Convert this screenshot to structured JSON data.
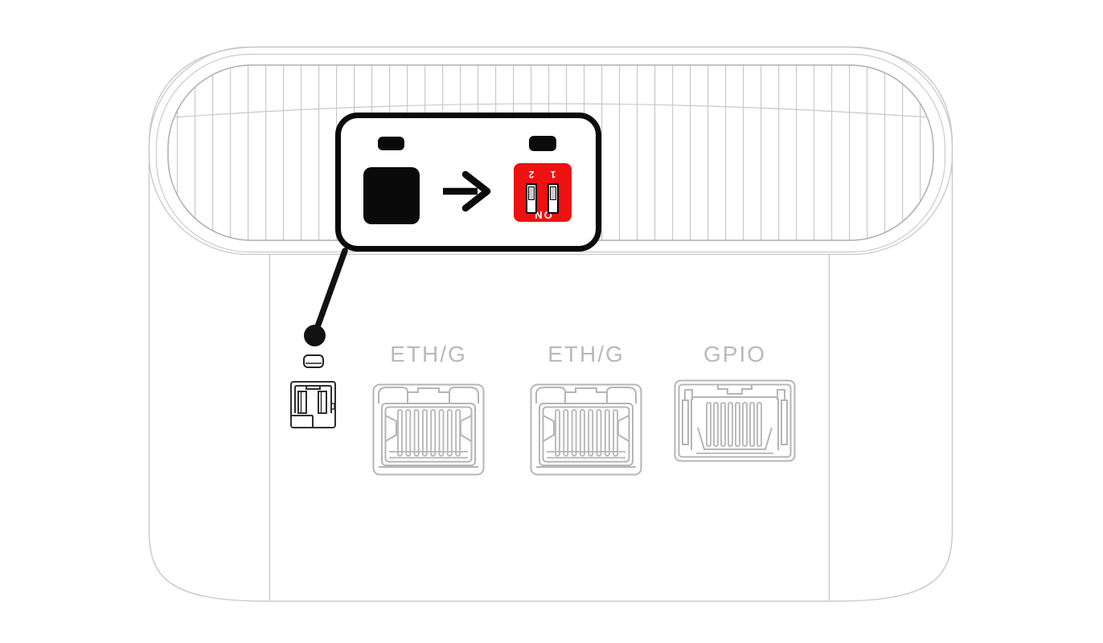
{
  "ports": {
    "items": [
      {
        "id": "eth-port-1",
        "label": "ETH/G"
      },
      {
        "id": "eth-port-2",
        "label": "ETH/G"
      },
      {
        "id": "gpio-port",
        "label": "GPIO"
      }
    ]
  },
  "callout": {
    "dip_switch": {
      "on_label": "ON",
      "positions": [
        "1",
        "2"
      ]
    }
  },
  "icons": {
    "arrow": "arrow-right"
  },
  "colors": {
    "background": "#ffffff",
    "line_art_light": "#c8c8c8",
    "port_line": "#b5b5b5",
    "label_text": "#b9b9b9",
    "ink": "#0a0a0a",
    "dip_red": "#ee1111",
    "dip_knob_gray": "#cccccc"
  }
}
